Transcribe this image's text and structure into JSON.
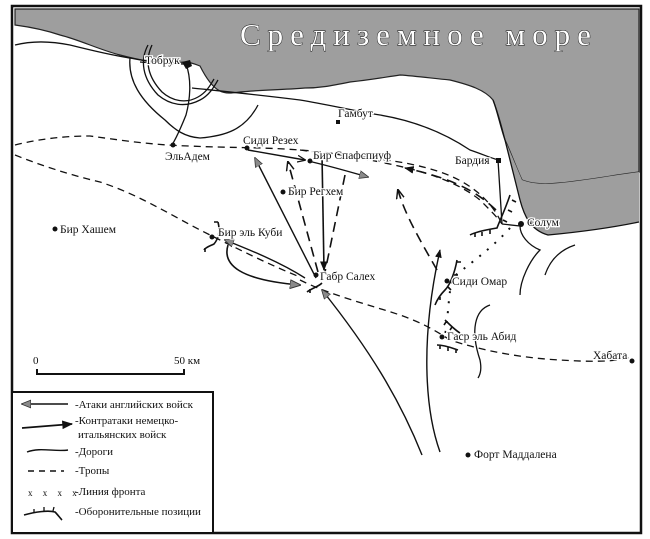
{
  "map": {
    "sea_label": "Средиземное море",
    "sea_color": "#9e9e9e",
    "places": {
      "tobruk": "Тобрук",
      "el_adem": "ЭльАдем",
      "gambut": "Гамбут",
      "sidi_rezegh": "Сиди Резех",
      "bir_sciafsciuf": "Бир Спафспиуф",
      "bir_reghem": "Бир Регхем",
      "bardia": "Бардия",
      "sollum": "Солум",
      "bir_hacheim": "Бир Хашем",
      "bir_el_gubi": "Бир эль Куби",
      "gabr_saleh": "Габр Салех",
      "sidi_omar": "Сиди Омар",
      "gasr_el_abid": "Гаср эль Абид",
      "habata": "Хабата",
      "fort_maddalena": "Форт Маддалена"
    },
    "scale": {
      "start_label": "0",
      "end_label": "50 км"
    }
  },
  "legend": {
    "items": [
      {
        "symbol": "british-attack-arrow",
        "label": "-Атаки английских войск"
      },
      {
        "symbol": "counterattack-arrow",
        "label": "-Контратаки немецко-",
        "label_line2": "итальянских войск"
      },
      {
        "symbol": "road-line",
        "label": "-Дороги"
      },
      {
        "symbol": "track-dashed-line",
        "label": "-Тропы"
      },
      {
        "symbol": "front-line-marks",
        "label": "-Линия фронта"
      },
      {
        "symbol": "defensive-position-line",
        "label": "-Оборонительные позиции"
      }
    ]
  }
}
